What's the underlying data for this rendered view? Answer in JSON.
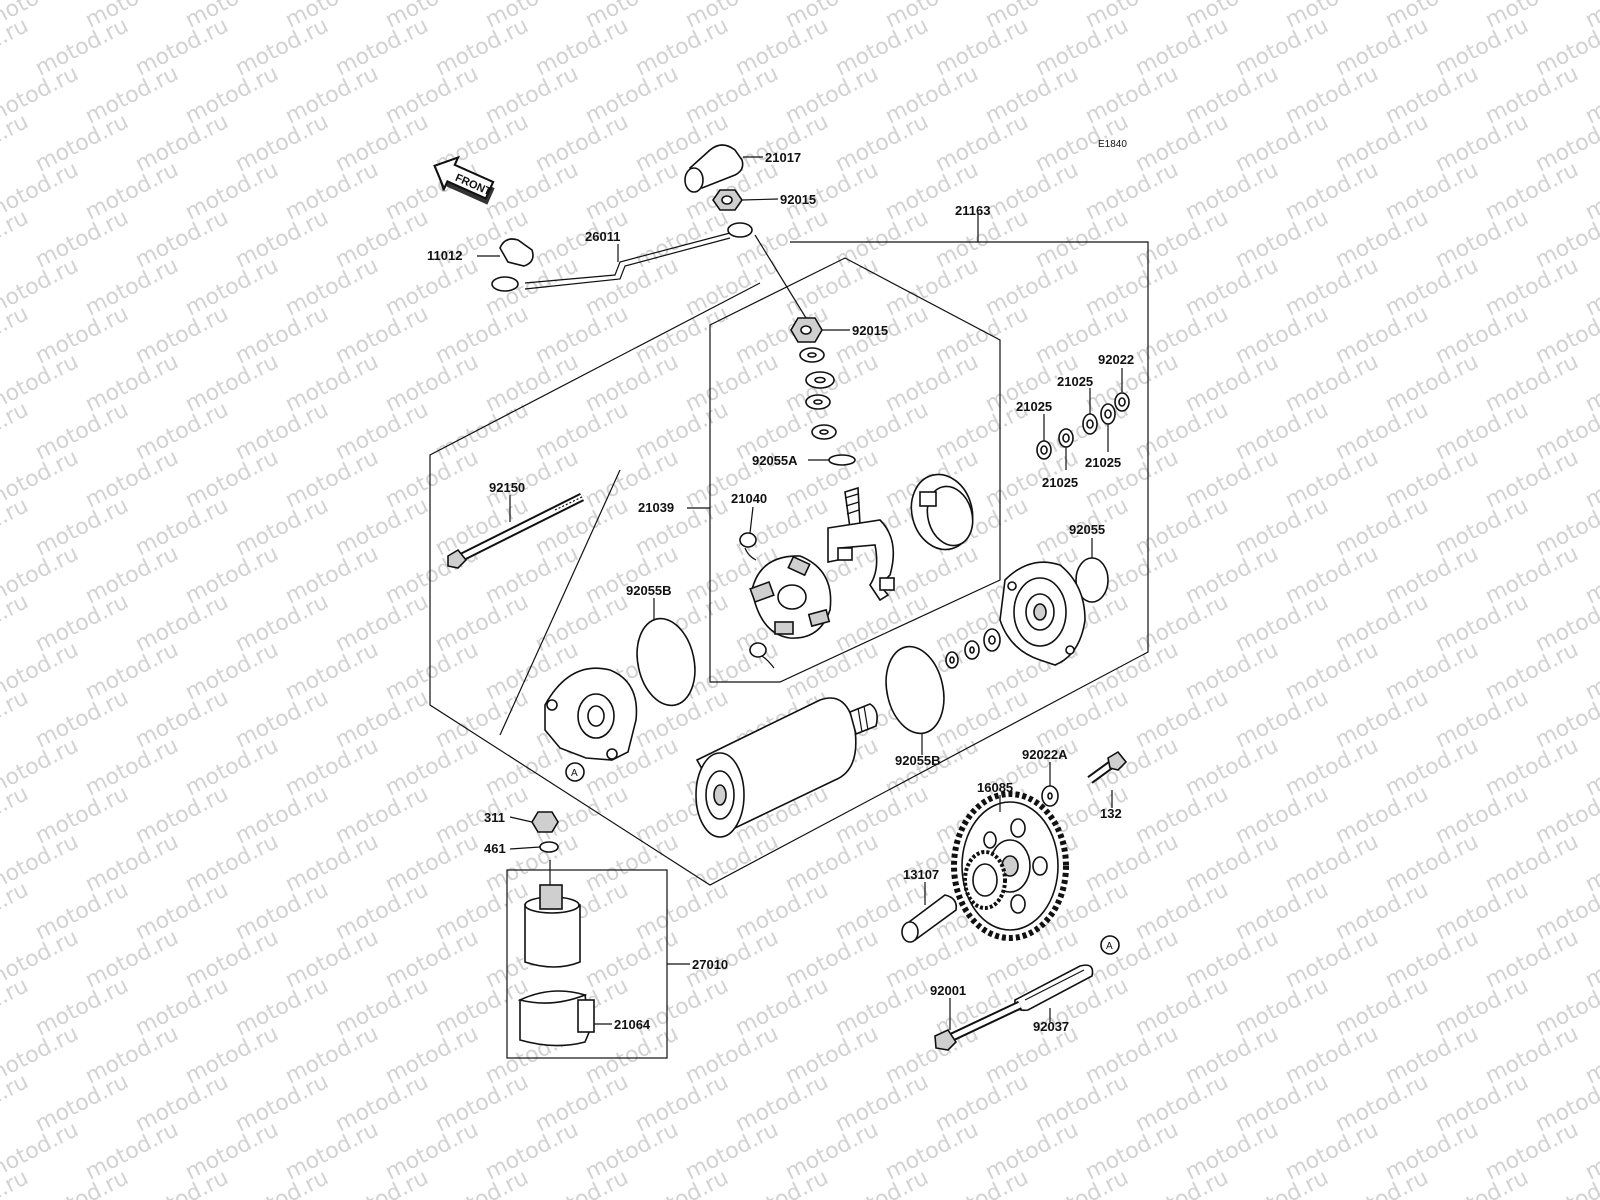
{
  "diagram_code": "E1840",
  "front_arrow": {
    "label": "FRONT",
    "icon": "front-arrow-icon"
  },
  "watermark": "motod.ru",
  "callout_circle_letter": "A",
  "parts": {
    "p21017": "21017",
    "p92015_top": "92015",
    "p21163": "21163",
    "p11012": "11012",
    "p26011": "26011",
    "p92015_mid": "92015",
    "p92022": "92022",
    "p21025_a": "21025",
    "p21025_b": "21025",
    "p21025_c": "21025",
    "p21025_d": "21025",
    "p92055A": "92055A",
    "p92150": "92150",
    "p21039": "21039",
    "p21040": "21040",
    "p92055": "92055",
    "p92055B_left": "92055B",
    "p92055B_right": "92055B",
    "p92022A": "92022A",
    "p16085": "16085",
    "p132": "132",
    "p311": "311",
    "p461": "461",
    "p13107": "13107",
    "p27010": "27010",
    "p92001": "92001",
    "p92037": "92037",
    "p21064": "21064"
  }
}
